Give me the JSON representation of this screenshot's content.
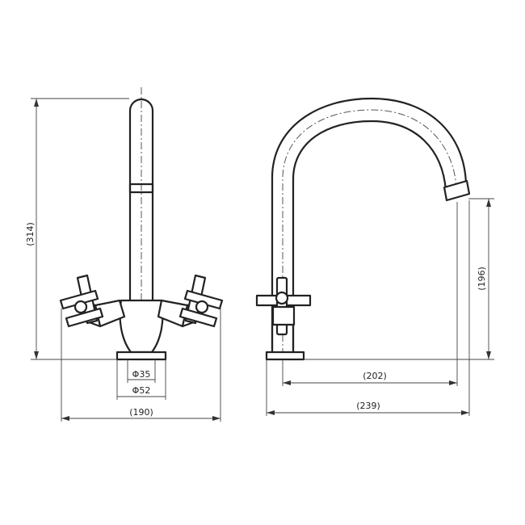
{
  "dimensions": {
    "front_height": "(314)",
    "front_width": "(190)",
    "inner_diameter": "Φ35",
    "base_diameter": "Φ52",
    "spout_height": "(196)",
    "spout_reach": "(202)",
    "overall_depth": "(239)"
  }
}
